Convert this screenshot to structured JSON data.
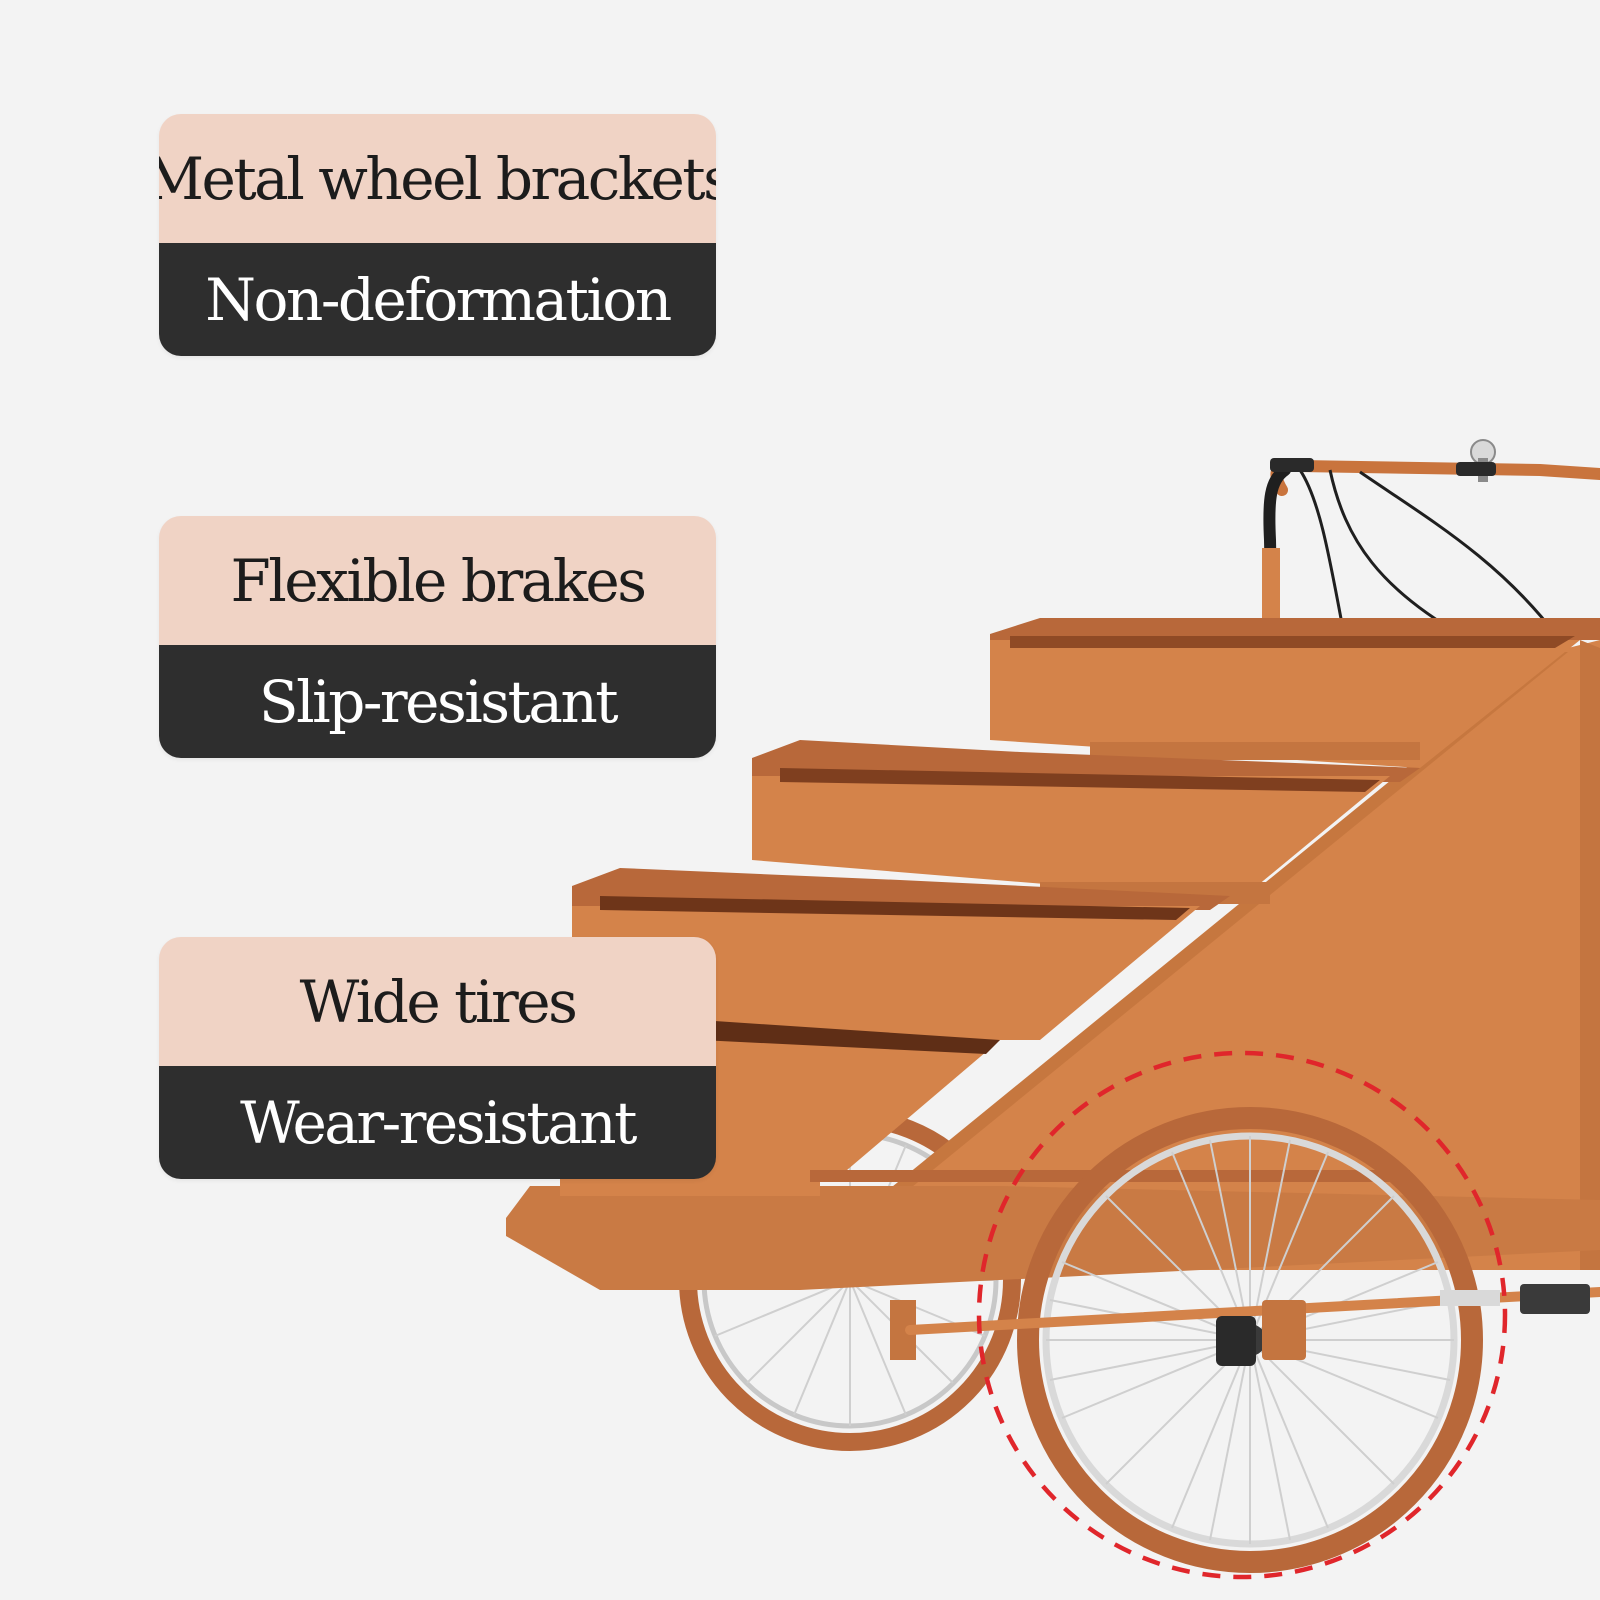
{
  "badges": [
    {
      "title": "Metal wheel brackets",
      "subtitle": "Non-deformation"
    },
    {
      "title": "Flexible brakes",
      "subtitle": "Slip-resistant"
    },
    {
      "title": "Wide tires",
      "subtitle": "Wear-resistant"
    }
  ],
  "colors": {
    "background": "#f3f3f3",
    "badge_top": "#f0d3c5",
    "badge_bottom": "#2e2e2e",
    "cart_orange": "#d4834a",
    "highlight_ring": "#e0262b"
  },
  "icons": [
    "cargo-bike-illustration",
    "dashed-highlight-circle"
  ]
}
